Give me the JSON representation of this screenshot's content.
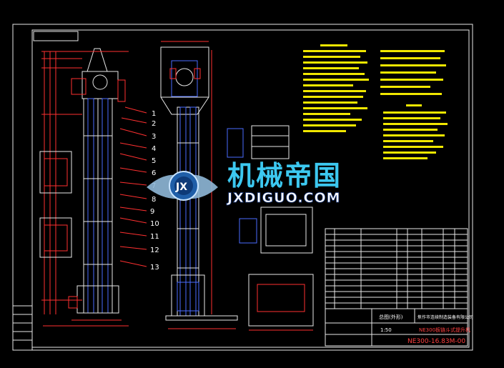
{
  "watermark": {
    "brand_cn": "机械帝国",
    "brand_en": "JXDIGUO.COM",
    "emblem_letters": "JX"
  },
  "callouts": [
    "1",
    "2",
    "3",
    "4",
    "5",
    "6",
    "7",
    "8",
    "9",
    "10",
    "11",
    "12",
    "13"
  ],
  "title_block": {
    "company": "焦作市连续制造装备有限公司",
    "drawing_title": "NE300板链斗式提升机",
    "drawing_number": "NE300-16.83M-00",
    "section_label": "总图(外形)",
    "scale": "1:50"
  },
  "colors": {
    "background": "#000000",
    "frame": "#e8e8e8",
    "structure_red": "#ff3030",
    "structure_blue": "#4a6cff",
    "notes_yellow": "#f1e700",
    "logo_blue": "#3cc8f0"
  }
}
